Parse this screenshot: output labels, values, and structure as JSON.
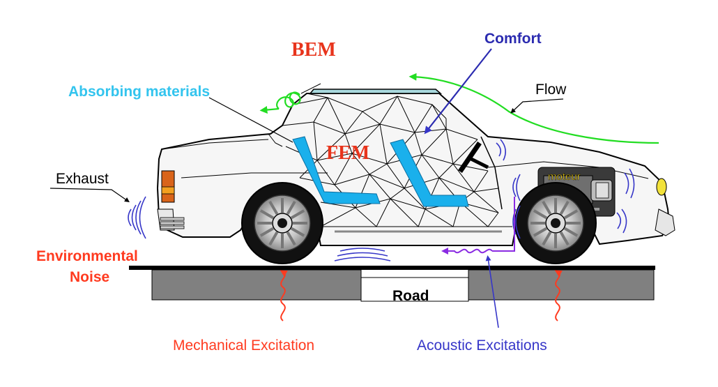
{
  "labels": {
    "bem": "BEM",
    "fem": "FEM",
    "comfort": "Comfort",
    "absorbing": "Absorbing materials",
    "flow": "Flow",
    "exhaust": "Exhaust",
    "environmental_line1": "Environmental",
    "environmental_line2": "Noise",
    "road": "Road",
    "mechanical": "Mechanical Excitation",
    "acoustic": "Acoustic Excitations",
    "moteur": "moteur"
  },
  "colors": {
    "red_label": "#ff3a1f",
    "bem_fem": "#e8341c",
    "comfort": "#2b2bb0",
    "absorbing": "#33c4ee",
    "absorber_fill": "#1ab0ec",
    "flow_green": "#22dd22",
    "acoustic_blue": "#3636c8",
    "acoustic_arrow": "#8a2be2",
    "road_gray": "#808080",
    "moteur_yellow": "#f2d21a"
  }
}
